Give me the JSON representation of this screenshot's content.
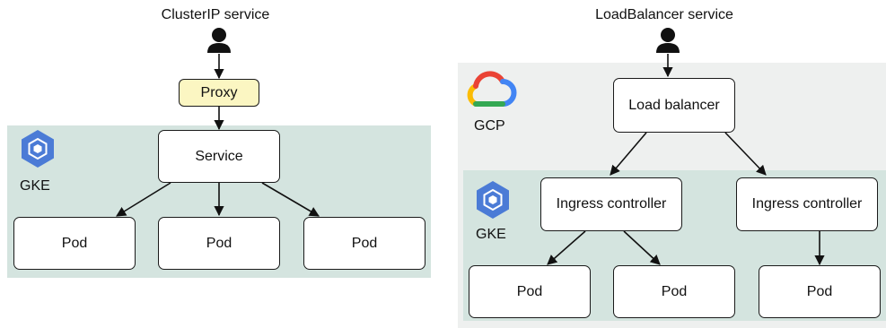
{
  "left": {
    "title": "ClusterIP service",
    "proxy": "Proxy",
    "service": "Service",
    "cluster_label": "GKE",
    "pods": [
      "Pod",
      "Pod",
      "Pod"
    ]
  },
  "right": {
    "title": "LoadBalancer service",
    "cloud_label": "GCP",
    "cluster_label": "GKE",
    "load_balancer": "Load balancer",
    "ingress": [
      "Ingress controller",
      "Ingress controller"
    ],
    "pods": [
      "Pod",
      "Pod",
      "Pod"
    ]
  },
  "colors": {
    "cluster_bg": "#d4e4df",
    "cloud_bg": "#eef0ef",
    "proxy_bg": "#fbf6c2",
    "gke_hex": "#4b7bd6"
  },
  "icons": [
    "person-icon",
    "gke-icon",
    "gcp-cloud-icon"
  ]
}
